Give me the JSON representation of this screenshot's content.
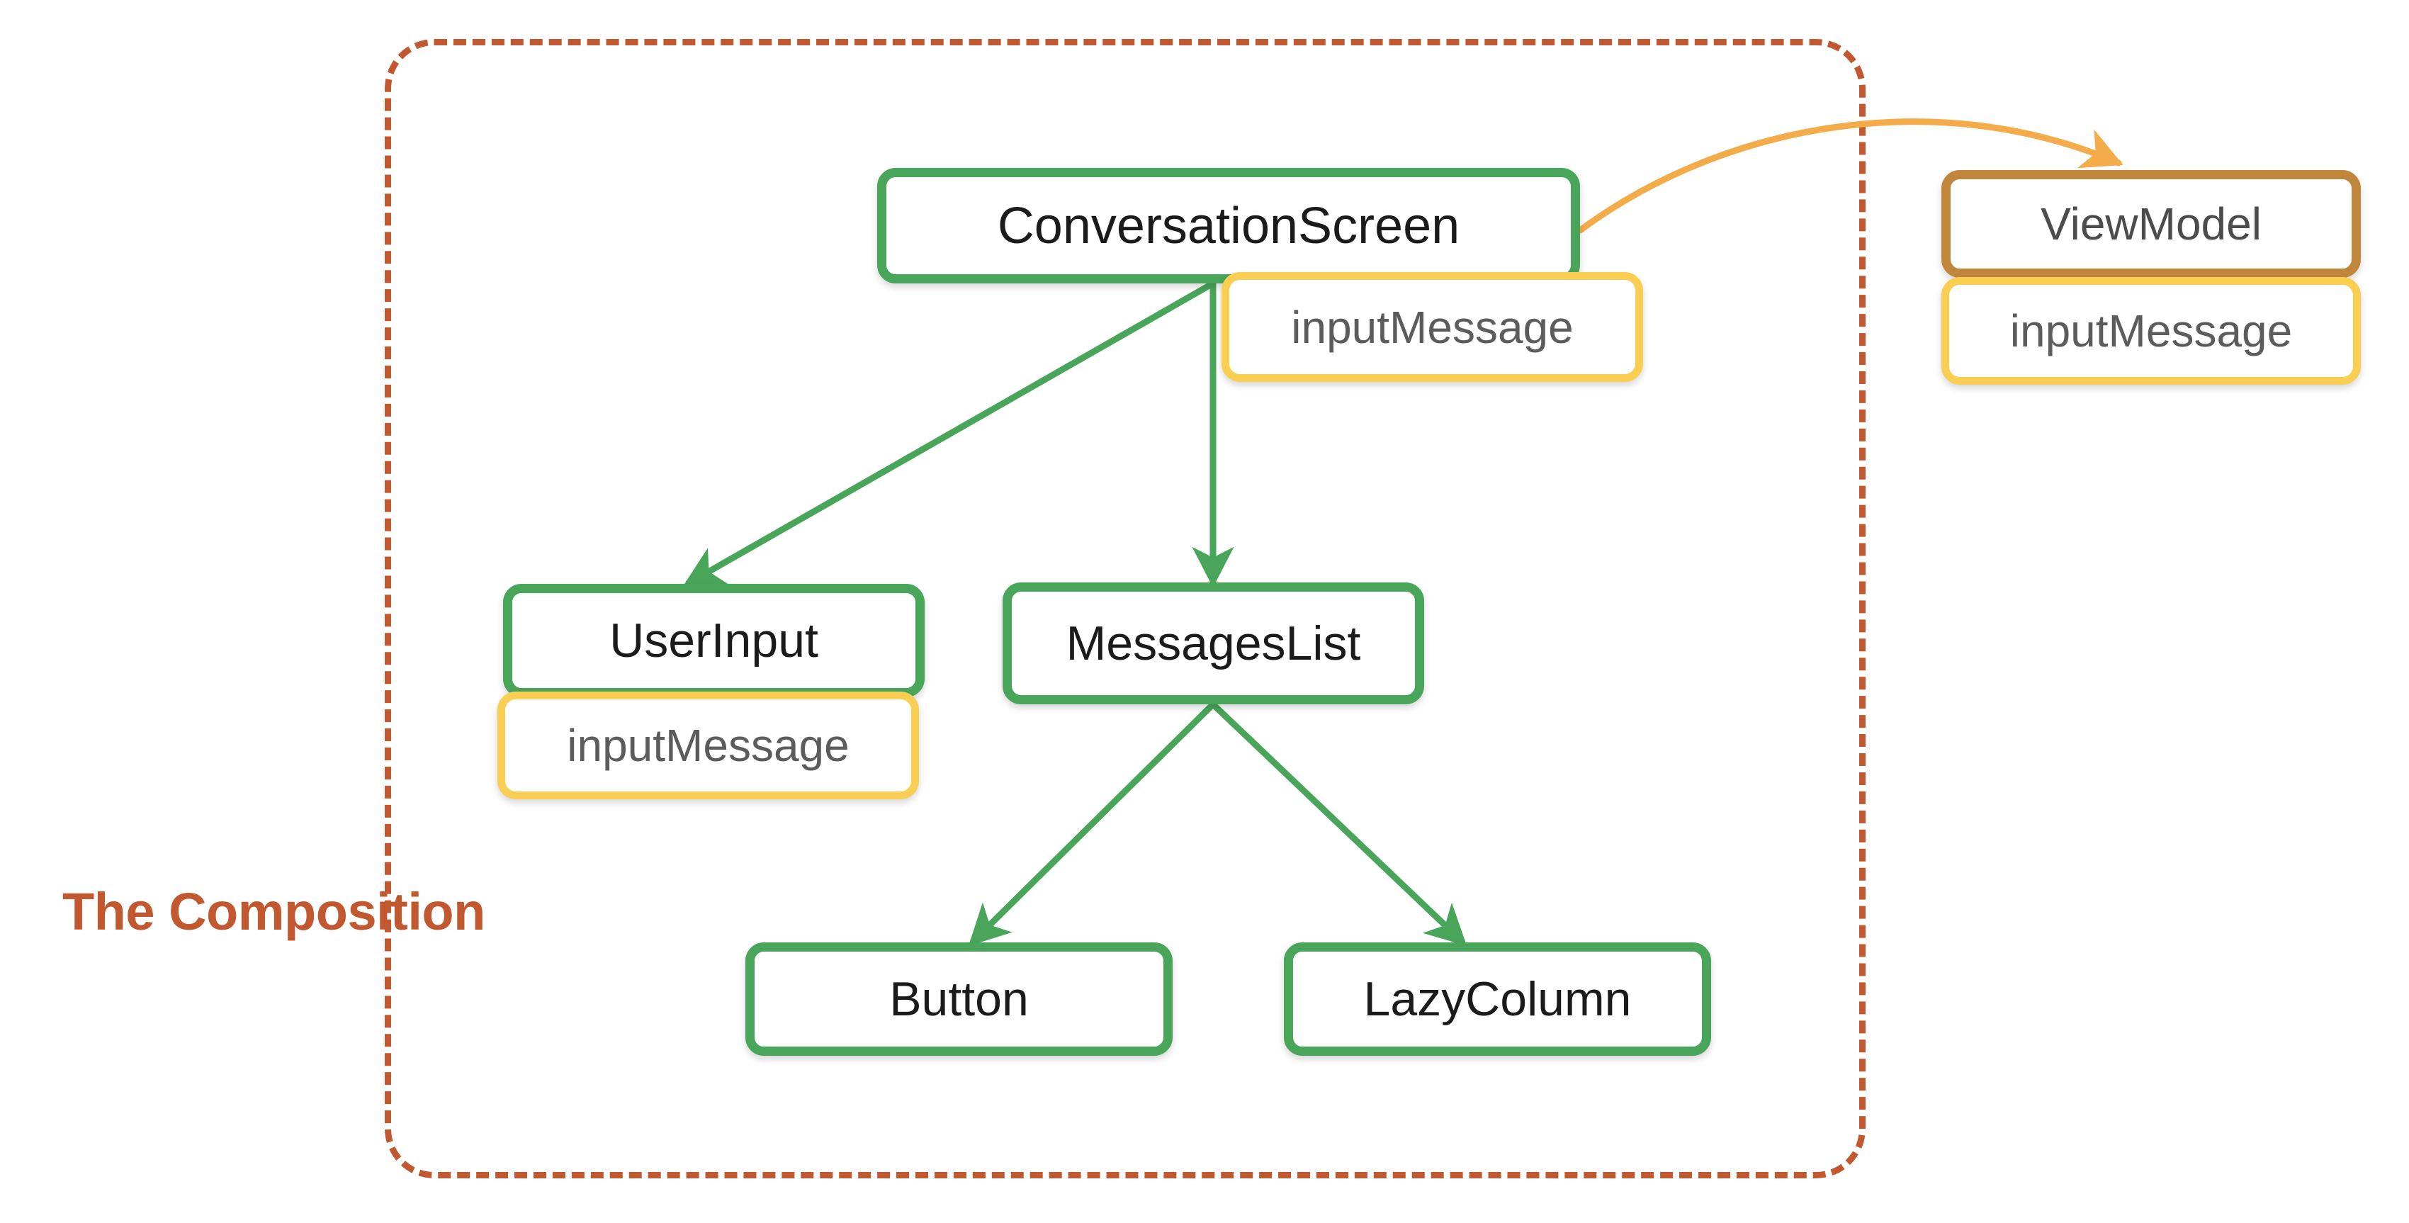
{
  "diagram": {
    "title_label": "The Composition",
    "colors": {
      "composable_border": "#49a55a",
      "state_border": "#f9ce52",
      "viewmodel_border": "#c0873c",
      "boundary_dashed": "#c1582f",
      "caption_text": "#c1582f",
      "arrow_green": "#49a55a",
      "arrow_orange": "#f4ab4a",
      "node_fill": "#ffffff",
      "composable_text": "#1b1b1b",
      "state_text": "#5c5c5c",
      "viewmodel_text": "#4c4c4c",
      "background": "#ffffff"
    },
    "boundary": {
      "name": "The Composition",
      "style": "dashed-rounded-rectangle"
    },
    "nodes": [
      {
        "id": "conversation-screen",
        "label": "ConversationScreen",
        "kind": "composable"
      },
      {
        "id": "conversation-screen-state",
        "label": "inputMessage",
        "kind": "state"
      },
      {
        "id": "view-model",
        "label": "ViewModel",
        "kind": "viewmodel"
      },
      {
        "id": "view-model-state",
        "label": "inputMessage",
        "kind": "state"
      },
      {
        "id": "user-input",
        "label": "UserInput",
        "kind": "composable"
      },
      {
        "id": "user-input-state",
        "label": "inputMessage",
        "kind": "state"
      },
      {
        "id": "messages-list",
        "label": "MessagesList",
        "kind": "composable"
      },
      {
        "id": "button",
        "label": "Button",
        "kind": "composable"
      },
      {
        "id": "lazy-column",
        "label": "LazyColumn",
        "kind": "composable"
      }
    ],
    "edges": [
      {
        "from": "conversation-screen",
        "to": "user-input",
        "kind": "composition",
        "color": "#49a55a"
      },
      {
        "from": "conversation-screen",
        "to": "messages-list",
        "kind": "composition",
        "color": "#49a55a"
      },
      {
        "from": "messages-list",
        "to": "button",
        "kind": "composition",
        "color": "#49a55a"
      },
      {
        "from": "messages-list",
        "to": "lazy-column",
        "kind": "composition",
        "color": "#49a55a"
      },
      {
        "from": "conversation-screen",
        "to": "view-model",
        "kind": "state-hoist",
        "color": "#f4ab4a"
      }
    ]
  }
}
